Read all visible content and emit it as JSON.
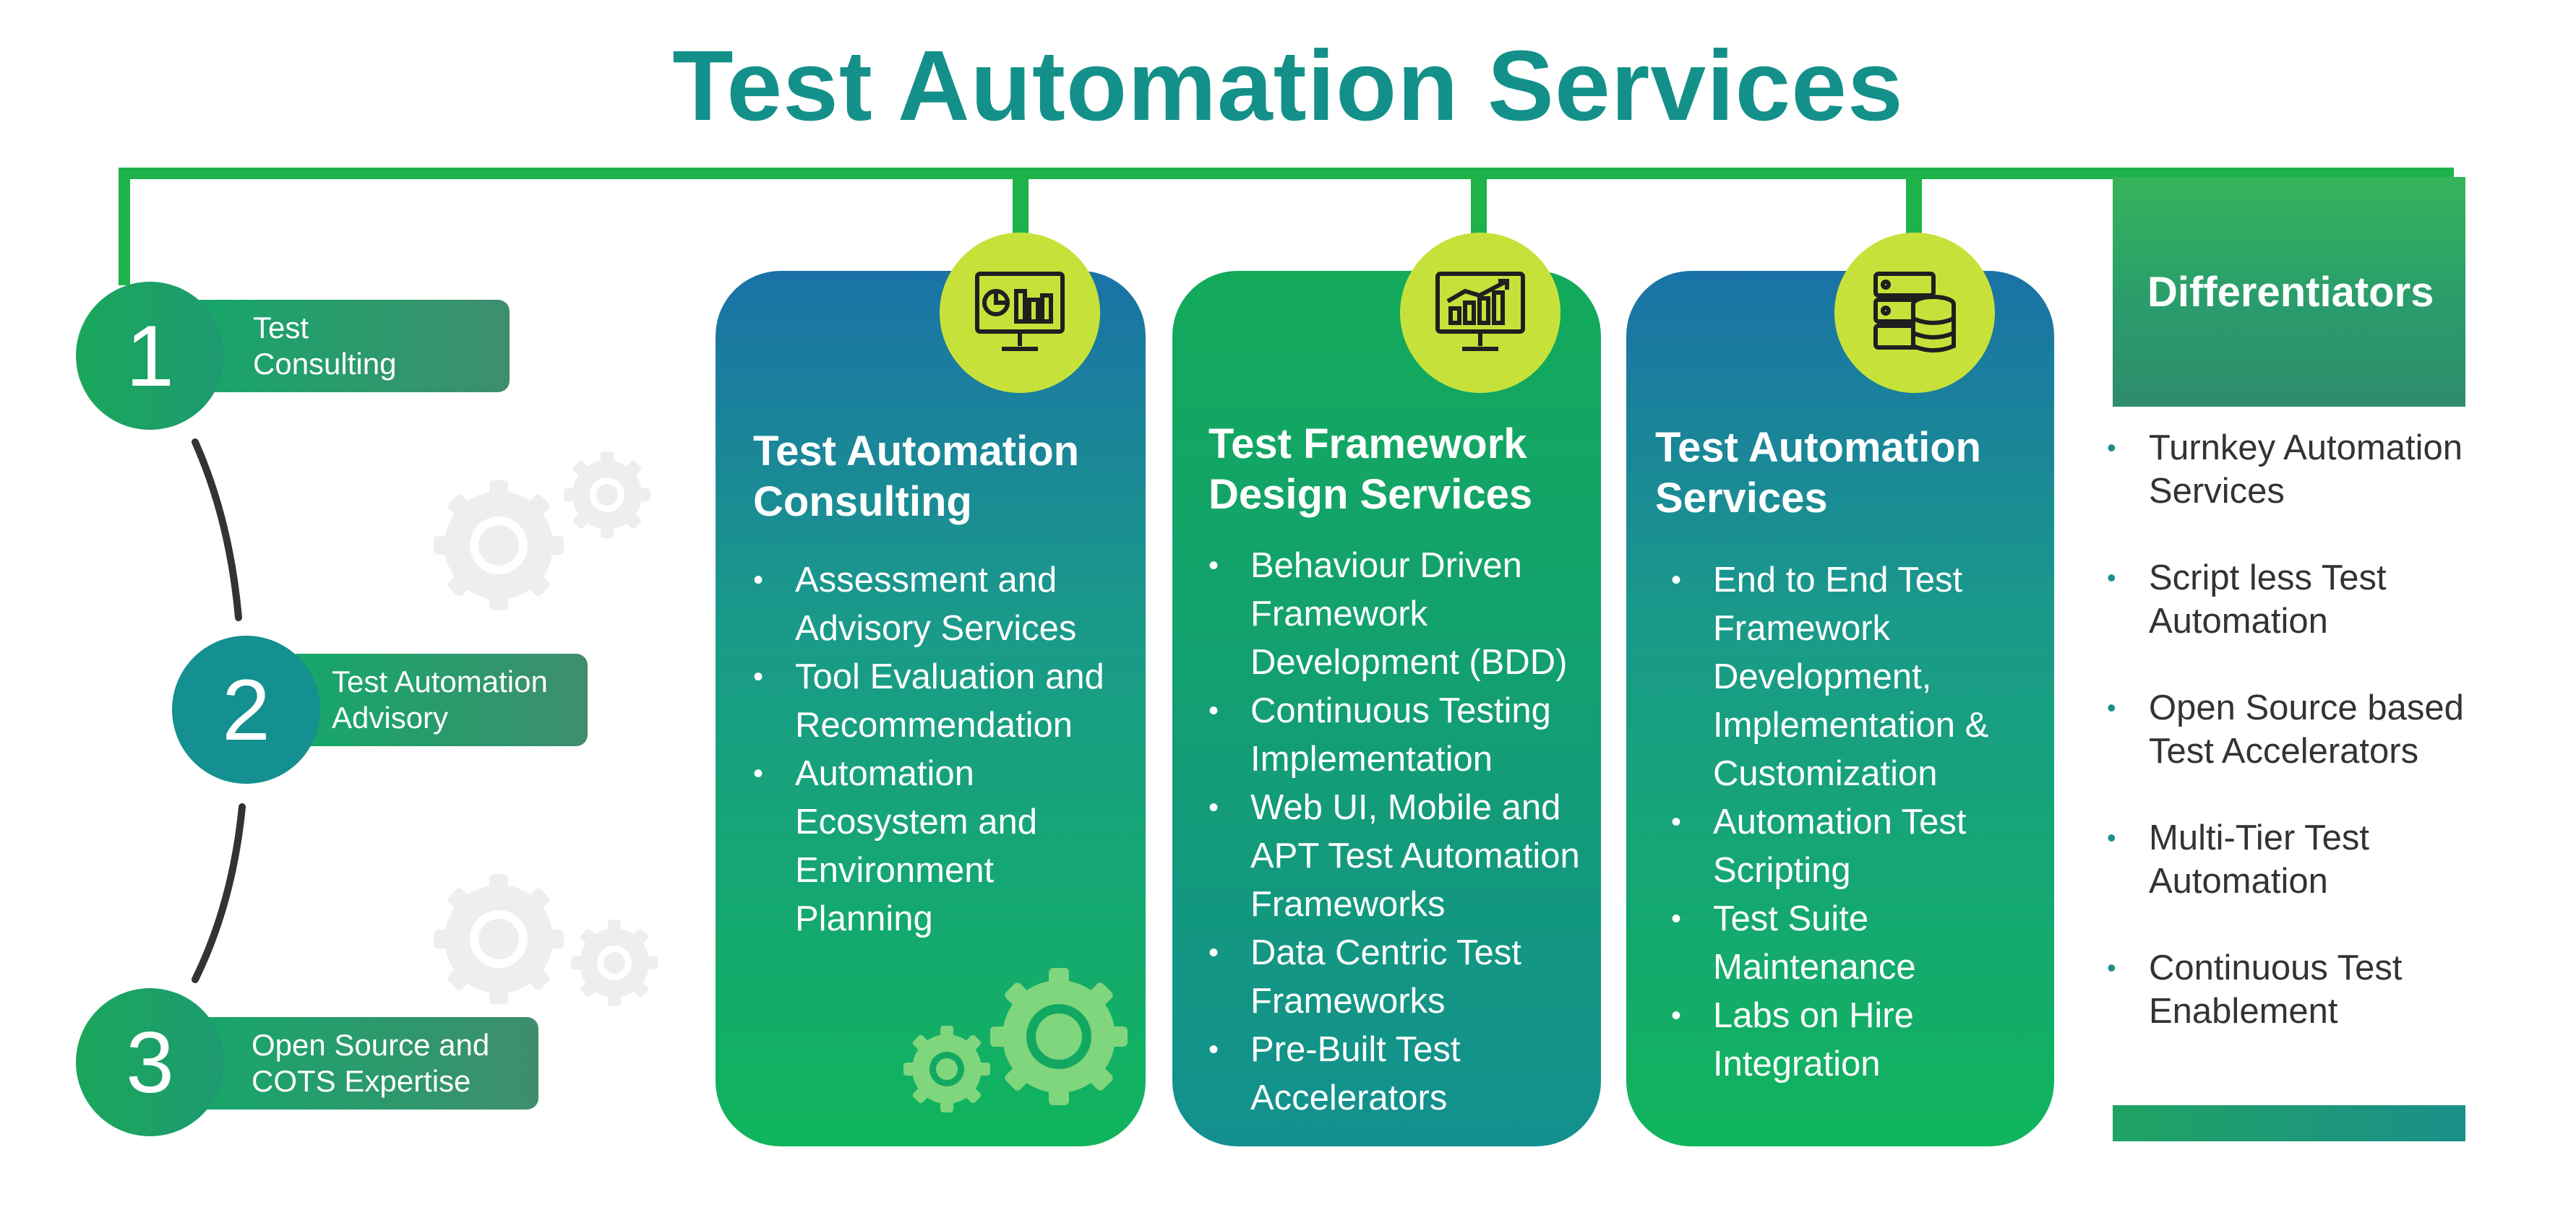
{
  "title": "Test Automation Services",
  "steps": [
    {
      "number": "1",
      "label": "Test\nConsulting"
    },
    {
      "number": "2",
      "label": "Test Automation\nAdvisory"
    },
    {
      "number": "3",
      "label": "Open Source and\nCOTS Expertise"
    }
  ],
  "cards": [
    {
      "title": "Test Automation\nConsulting",
      "icon": "monitor-chart-icon",
      "items": [
        "Assessment and Advisory Services",
        "Tool Evaluation and Recommendation",
        "Automation Ecosystem and Environment Planning"
      ]
    },
    {
      "title": "Test Framework\nDesign Services",
      "icon": "growth-chart-icon",
      "items": [
        "Behaviour Driven Framework Development (BDD)",
        "Continuous Testing Implementation",
        "Web UI, Mobile and APT Test Automation Frameworks",
        "Data Centric Test Frameworks",
        "Pre-Built Test Accelerators"
      ]
    },
    {
      "title": "Test Automation\nServices",
      "icon": "server-database-icon",
      "items": [
        "End to End Test Framework Development, Implementation & Customization",
        "Automation Test Scripting",
        "Test Suite Maintenance",
        "Labs on Hire Integration"
      ]
    }
  ],
  "differentiators": {
    "title": "Differentiators",
    "items": [
      "Turnkey Automation Services",
      "Script less Test Automation",
      "Open Source based Test Accelerators",
      "Multi-Tier Test Automation",
      "Continuous Test Enablement"
    ]
  },
  "colors": {
    "title": "#14908a",
    "connector_green": "#1db34a",
    "accent_lime": "#c6e23a",
    "teal": "#13908f",
    "green": "#1db34a"
  }
}
